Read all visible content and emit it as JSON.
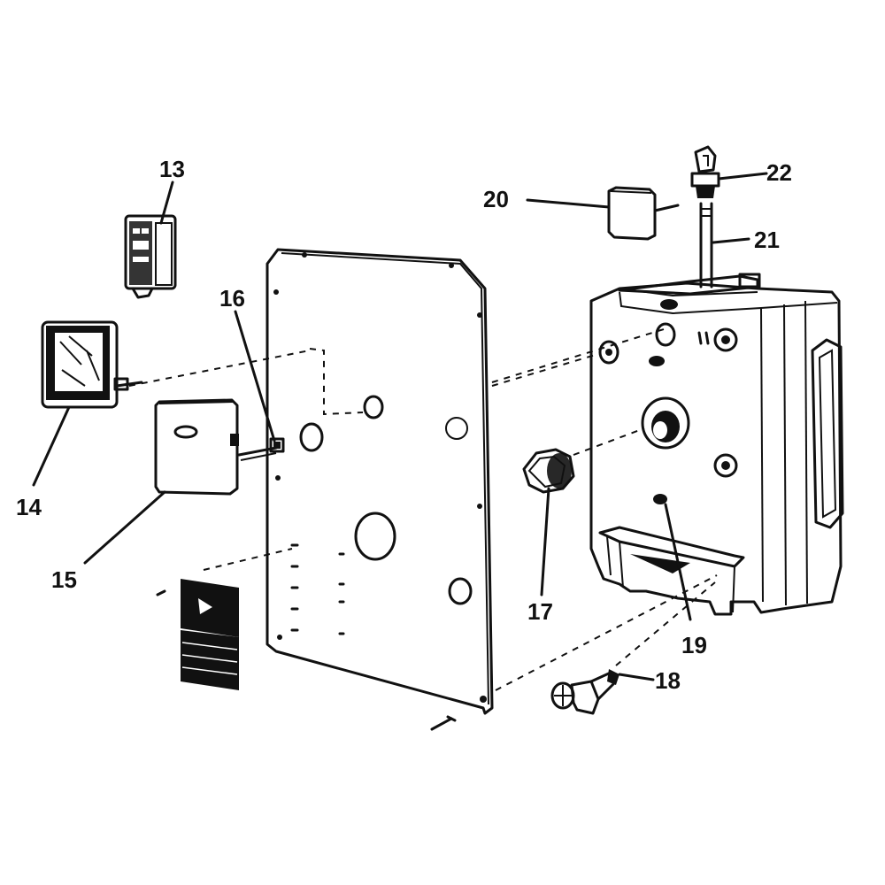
{
  "callouts": {
    "c13": "13",
    "c14": "14",
    "c15": "15",
    "c16": "16",
    "c17": "17",
    "c18": "18",
    "c19": "19",
    "c20": "20",
    "c21": "21",
    "c22": "22"
  },
  "colors": {
    "ink": "#111111",
    "paper": "#ffffff"
  }
}
